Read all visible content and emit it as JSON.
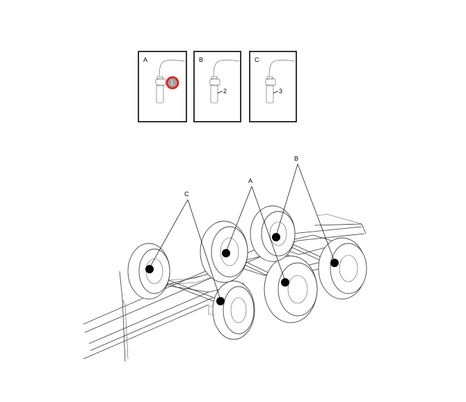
{
  "insets": [
    {
      "letter": "A",
      "callout": "1"
    },
    {
      "letter": "B",
      "callout": "2"
    },
    {
      "letter": "C",
      "callout": "3"
    }
  ],
  "main_labels": {
    "a": "A",
    "b": "B",
    "c": "C"
  },
  "colors": {
    "highlight": "#e02020",
    "marker": "#000000",
    "line": "#333333"
  }
}
